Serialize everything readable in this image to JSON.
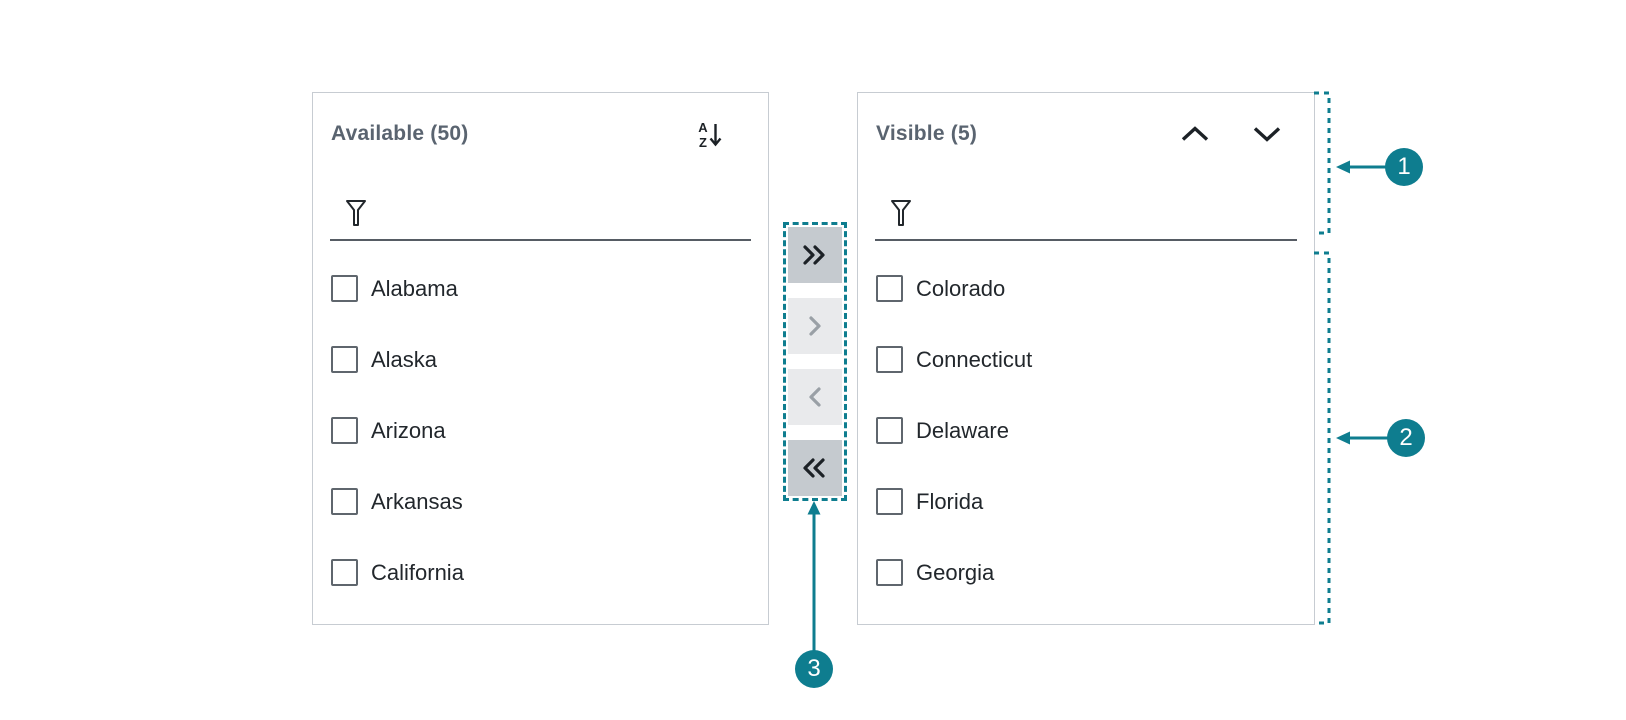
{
  "accent_color": "#0E7D8F",
  "available_panel": {
    "title": "Available (50)",
    "sort_icon": "sort-a-to-z-descending-icon",
    "filter": {
      "value": "",
      "icon": "filter-funnel-icon"
    },
    "items": [
      "Alabama",
      "Alaska",
      "Arizona",
      "Arkansas",
      "California"
    ],
    "checkbox_state": "all-unchecked"
  },
  "visible_panel": {
    "title": "Visible (5)",
    "order_icons": [
      "chevron-up-icon",
      "chevron-down-icon"
    ],
    "filter": {
      "value": "",
      "icon": "filter-funnel-icon"
    },
    "items": [
      "Colorado",
      "Connecticut",
      "Delaware",
      "Florida",
      "Georgia"
    ],
    "checkbox_state": "all-unchecked"
  },
  "transfer_buttons": [
    {
      "icon": "double-chevron-right-icon",
      "action": "move-all-to-visible",
      "enabled": true
    },
    {
      "icon": "chevron-right-icon",
      "action": "move-selected-to-visible",
      "enabled": false
    },
    {
      "icon": "chevron-left-icon",
      "action": "move-selected-to-available",
      "enabled": false
    },
    {
      "icon": "double-chevron-left-icon",
      "action": "move-all-to-available",
      "enabled": true
    }
  ],
  "callouts": [
    {
      "label": "1",
      "points_to": "panel-header-and-filter-region"
    },
    {
      "label": "2",
      "points_to": "panel-list-region"
    },
    {
      "label": "3",
      "points_to": "transfer-button-group"
    }
  ]
}
